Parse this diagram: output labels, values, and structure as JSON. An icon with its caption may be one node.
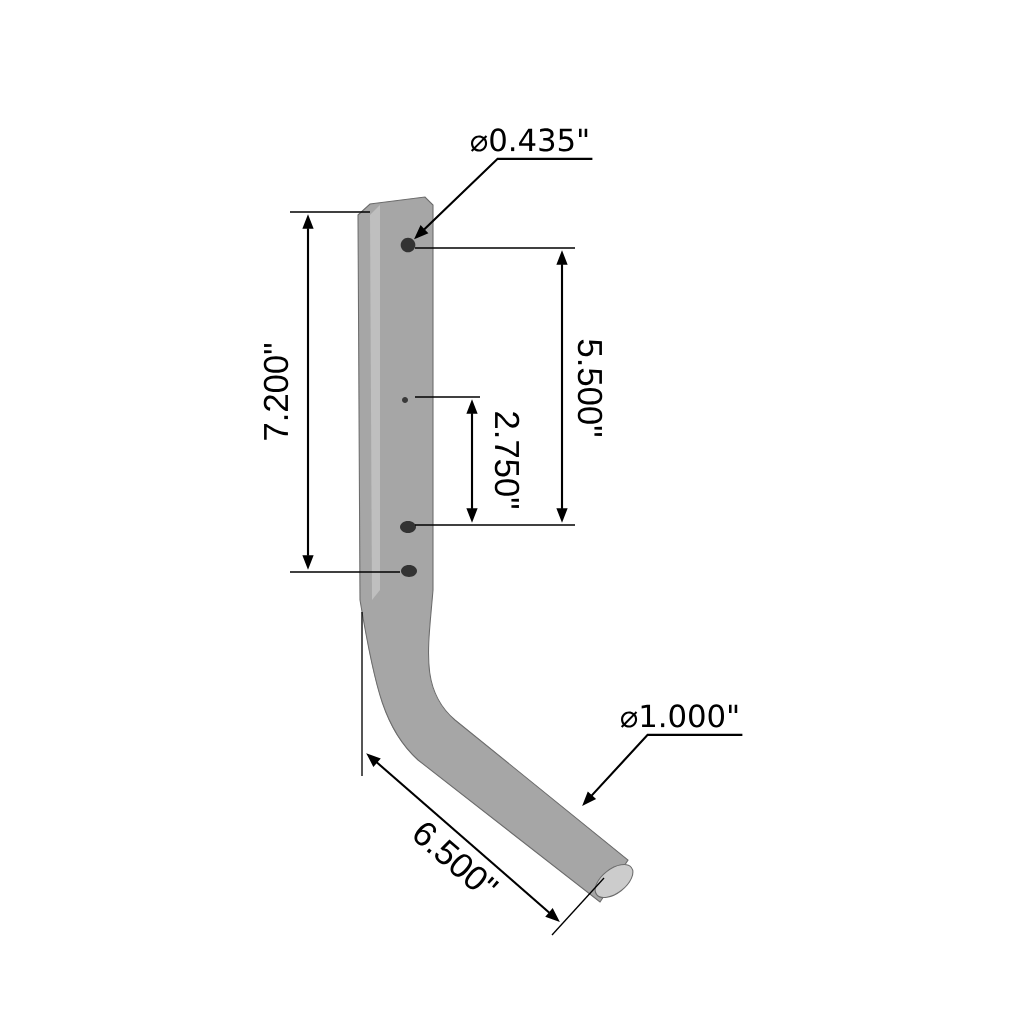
{
  "diagram": {
    "nodes": [
      {
        "text": [
          "⌀0.435\""
        ]
      },
      {
        "text": [],
        "shape": "circle"
      },
      {
        "text": [
          "⌀1.000\""
        ]
      }
    ],
    "edges": [
      {
        "from": 0,
        "to": 1,
        "arrow": "to"
      },
      {
        "from": 2,
        "to": null,
        "arrow": "to"
      }
    ],
    "labels": [
      "7.200\"",
      "5.500\"",
      "2.750\"",
      "6.500\""
    ]
  }
}
